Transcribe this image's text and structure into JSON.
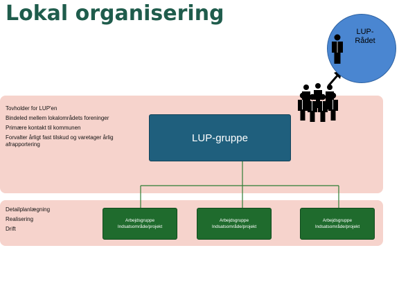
{
  "title": "Lokal organisering",
  "council": {
    "line1": "LUP-",
    "line2": "Rådet"
  },
  "main_group": {
    "label": "LUP-gruppe"
  },
  "top_band": {
    "items": [
      "Tovholder for LUP'en",
      "Bindeled mellem lokalområdets foreninger",
      "Primære kontakt til kommunen",
      "Forvalter årligt fast tilskud og varetager årlig afrapportering"
    ]
  },
  "bottom_band": {
    "items": [
      "Detailplanlægning",
      "Realisering",
      "Drift"
    ]
  },
  "work_groups": [
    {
      "line1": "Arbejdsgruppe",
      "line2": "Indsatsområde/projekt"
    },
    {
      "line1": "Arbejdsgruppe",
      "line2": "Indsatsområde/projekt"
    },
    {
      "line1": "Arbejdsgruppe",
      "line2": "Indsatsområde/projekt"
    }
  ],
  "colors": {
    "title": "#1f5c4c",
    "band": "#f6d3cc",
    "main_group": "#1f5f7d",
    "work_group": "#1f6b2d",
    "council": "#4a86d1",
    "connector": "#2e7d32"
  },
  "icons": [
    "person-icon",
    "group-icon",
    "arrow-up-right-icon"
  ]
}
